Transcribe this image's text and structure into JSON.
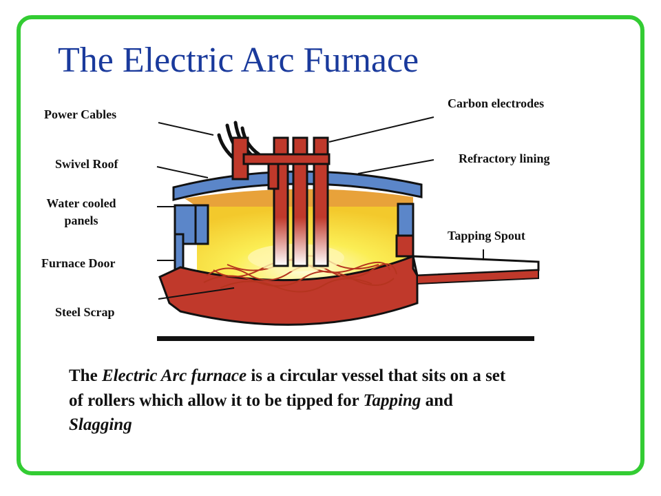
{
  "title": "The Electric Arc Furnace",
  "labels": {
    "power_cables": "Power Cables",
    "swivel_roof": "Swivel Roof",
    "water_cooled_1": "Water cooled",
    "water_cooled_2": "panels",
    "furnace_door": "Furnace Door",
    "steel_scrap": "Steel Scrap",
    "carbon_electrodes": "Carbon electrodes",
    "refractory_lining": "Refractory lining",
    "tapping_spout": "Tapping Spout"
  },
  "caption": {
    "p1": "The ",
    "p2": "Electric Arc furnace",
    "p3": " is a circular vessel that sits on a set of rollers which allow it to be tipped for ",
    "p4": "Tapping",
    "p5": " and ",
    "p6": "Slagging"
  },
  "colors": {
    "frame": "#33cc33",
    "title": "#1a3a9c",
    "steel_red": "#c0392b",
    "panel_blue": "#5b86c9",
    "melt_yellow": "#f7e93c"
  }
}
